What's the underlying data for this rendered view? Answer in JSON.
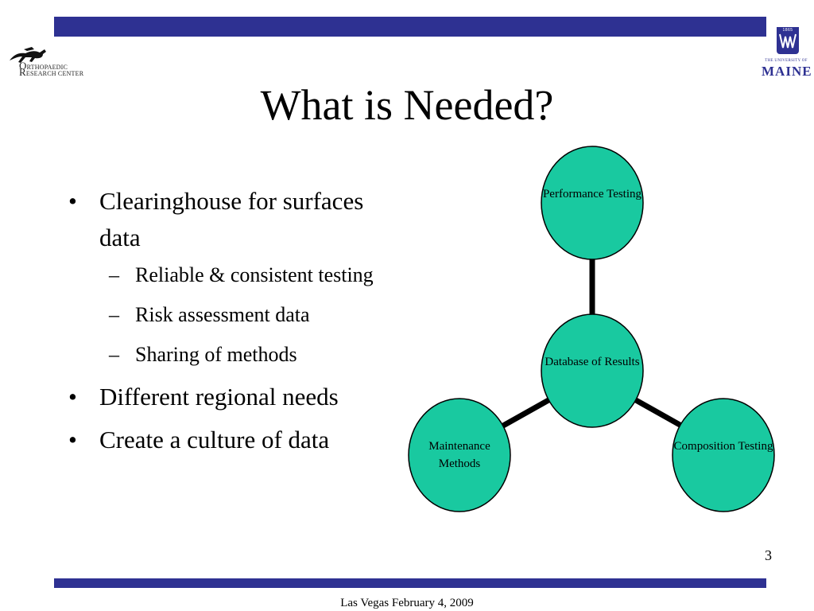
{
  "header": {
    "left_logo": {
      "name": "orthopaedic-research-center-logo",
      "line1_cap": "O",
      "line1": "RTHOPAEDIC",
      "line2_cap": "R",
      "line2": "ESEARCH CENTER"
    },
    "right_logo": {
      "name": "university-of-maine-logo",
      "year": "1865",
      "small": "THE UNIVERSITY OF",
      "big": "MAINE"
    },
    "bar_color": "#2e3192"
  },
  "slide": {
    "title": "What is Needed?",
    "bullets": [
      {
        "text": "Clearinghouse for surfaces data"
      },
      {
        "sub": [
          "Reliable & consistent testing",
          "Risk assessment data",
          "Sharing of methods"
        ]
      },
      {
        "text": "Different regional needs"
      },
      {
        "text": "Create a culture of data"
      }
    ],
    "bullet_glyph": "•",
    "dash_glyph": "–"
  },
  "diagram": {
    "node_fill": "#19c9a0",
    "nodes": {
      "top": "Performance Testing",
      "center": "Database of Results",
      "left": "Maintenance Methods",
      "right": "Composition Testing"
    }
  },
  "footer": {
    "page_number": "3",
    "text": "Las Vegas February 4, 2009"
  }
}
